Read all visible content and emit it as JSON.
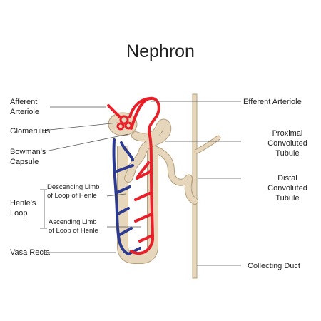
{
  "title": "Nephron",
  "labels": {
    "afferent_1": "Afferent",
    "afferent_2": "Arteriole",
    "glomerulus": "Glomerulus",
    "bowman_1": "Bowman's",
    "bowman_2": "Capsule",
    "descending_1": "Descending Limb",
    "descending_2": "of Loop of Henle",
    "henle_1": "Henle's",
    "henle_2": "Loop",
    "ascending_1": "Ascending Limb",
    "ascending_2": "of Loop of Henle",
    "vasa_recta": "Vasa Recta",
    "efferent": "Efferent Arteriole",
    "proximal_1": "Proximal",
    "proximal_2": "Convoluted",
    "proximal_3": "Tubule",
    "distal_1": "Distal",
    "distal_2": "Convoluted",
    "distal_3": "Tubule",
    "collecting": "Collecting Duct"
  },
  "colors": {
    "tubule": "#e6d6bc",
    "tubule_edge": "#b79f7c",
    "artery": "#e8202a",
    "vein": "#2c3a90",
    "leader": "#555555"
  }
}
